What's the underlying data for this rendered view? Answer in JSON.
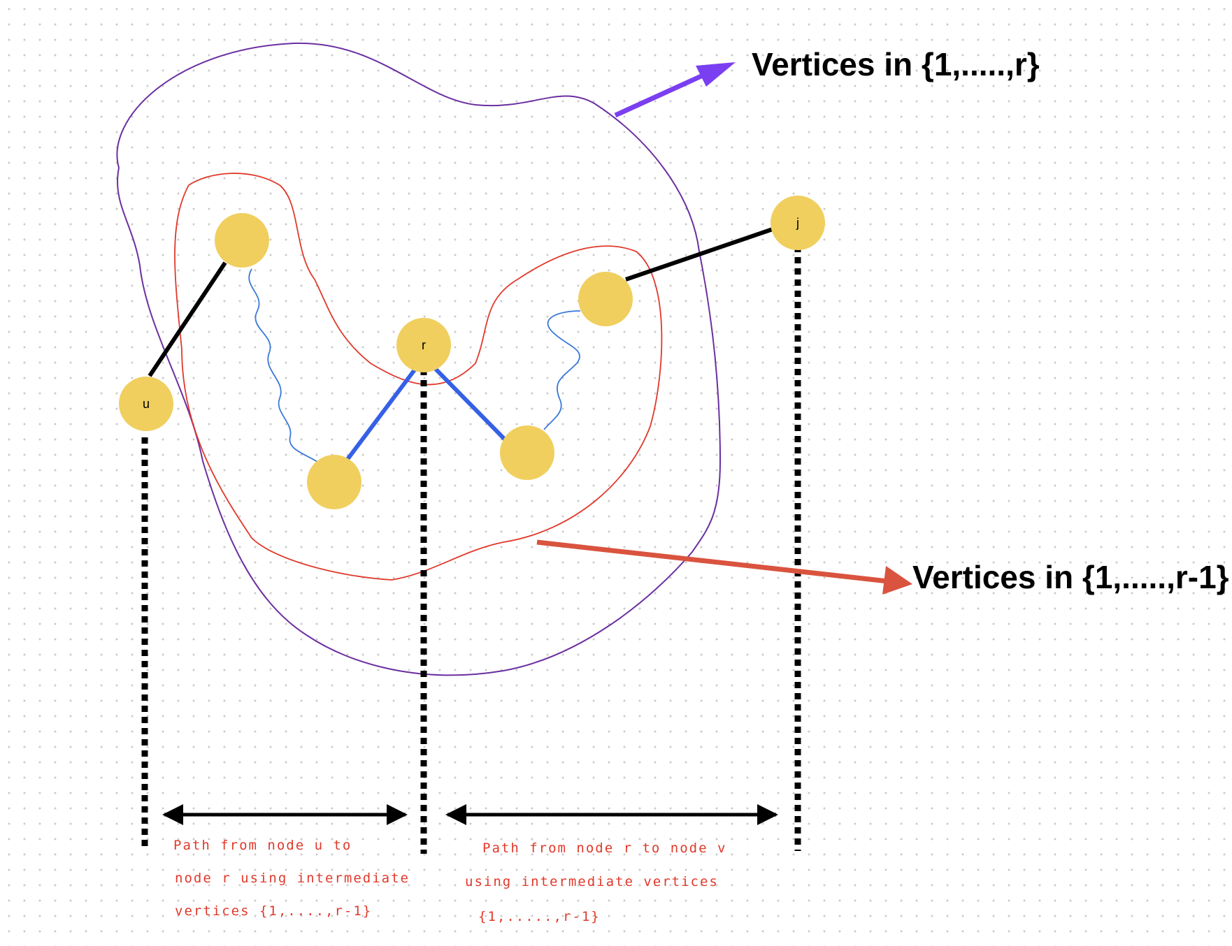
{
  "labels": {
    "outer_set": "Vertices in {1,.....,r}",
    "inner_set": "Vertices in {1,.....,r-1}"
  },
  "nodes": {
    "u": "u",
    "r": "r",
    "j": "j"
  },
  "notes": {
    "left": {
      "line1": "Path from node u to",
      "line2": "node r using intermediate",
      "line3": "vertices {1,....,r-1}"
    },
    "right": {
      "line1": "Path from node r to node v",
      "line2": "using intermediate vertices",
      "line3": "{1,.....,r-1}"
    }
  },
  "colors": {
    "node_fill": "#f0cf5f",
    "outer_boundary": "#6b2fa0",
    "inner_boundary": "#e0392b",
    "outer_arrow": "#7a3ff0",
    "inner_arrow": "#d9533e",
    "blue_edges": "#3560e6",
    "wavy_paths": "#3a78d8",
    "black": "#000000"
  }
}
